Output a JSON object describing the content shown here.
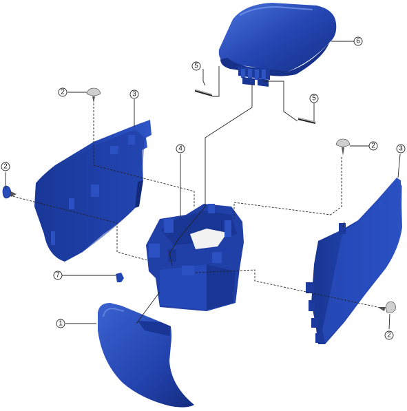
{
  "colors": {
    "part_fill": "#1f3fa8",
    "part_dark": "#132a78",
    "part_light": "#3c63cf",
    "highlight": "#6f93e8",
    "line": "#222222",
    "background": "#ffffff"
  },
  "callouts": {
    "c1": "1",
    "c2a": "2",
    "c2b": "2",
    "c2c": "2",
    "c2d": "2",
    "c3a": "3",
    "c3b": "3",
    "c4": "4",
    "c5a": "5",
    "c5b": "5",
    "c6": "6",
    "c7": "7"
  }
}
